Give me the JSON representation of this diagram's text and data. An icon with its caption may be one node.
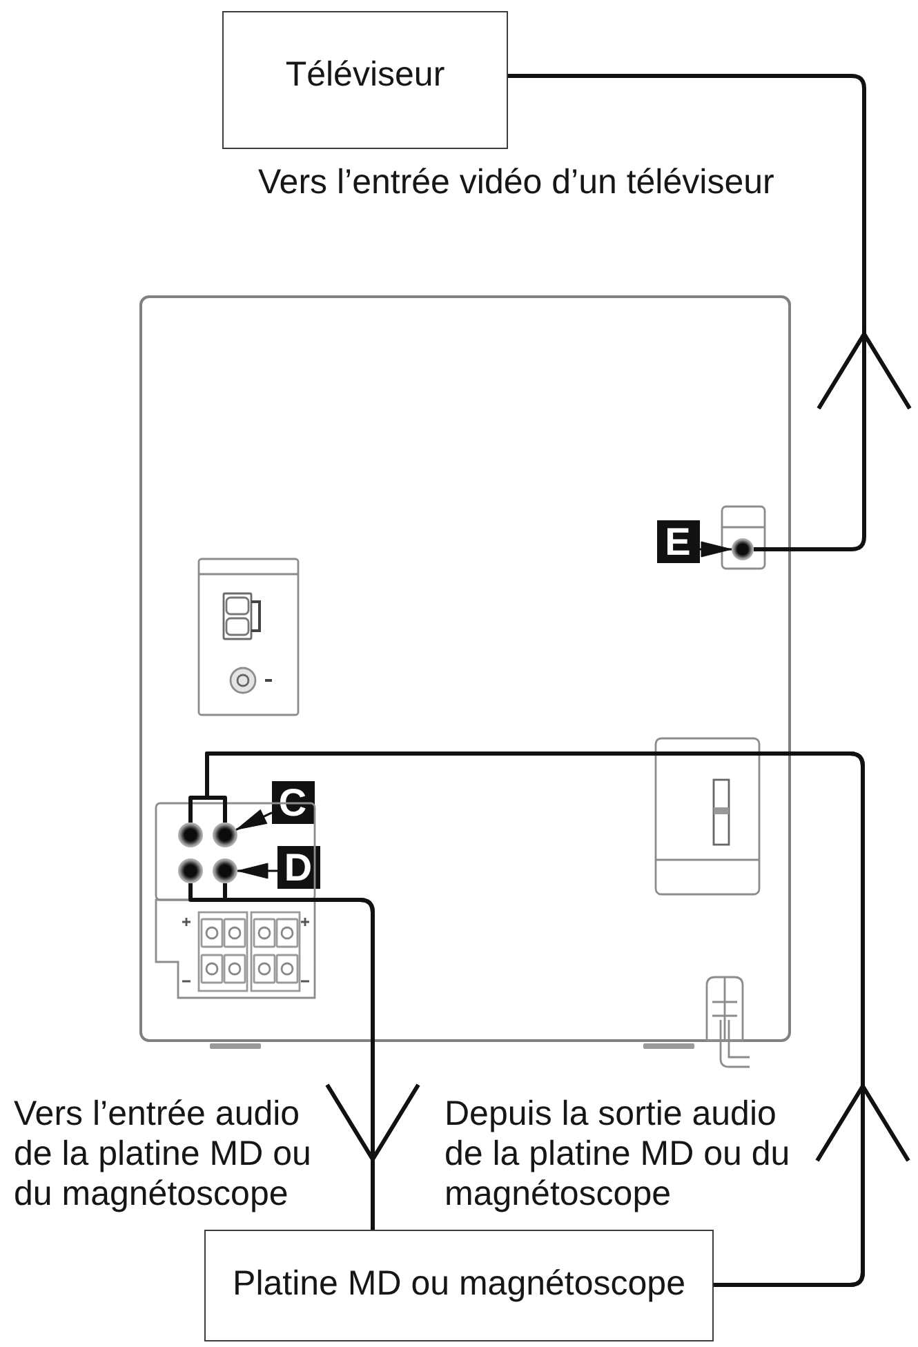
{
  "diagram": {
    "nodes": [
      {
        "text": [
          "Téléviseur"
        ]
      },
      {
        "text": [],
        "shape": "picture"
      },
      {
        "text": [
          "E"
        ],
        "in": 1
      },
      {
        "text": [],
        "shape": "circle",
        "in": 1
      },
      {
        "text": [
          "C"
        ],
        "in": 1
      },
      {
        "text": [],
        "shape": "circle",
        "in": 1
      },
      {
        "text": [],
        "shape": "circle",
        "in": 1
      },
      {
        "text": [
          "D"
        ],
        "in": 1
      },
      {
        "text": [],
        "shape": "circle",
        "in": 1
      },
      {
        "text": [],
        "shape": "circle",
        "in": 1
      },
      {
        "text": [
          "Platine MD ou magnétoscope"
        ]
      }
    ],
    "edges": [
      {
        "from": 3,
        "to": 0,
        "arrow": "none",
        "label": "Vers l’entrée vidéo d’un téléviseur"
      },
      {
        "from": 10,
        "to": 5,
        "arrow": "none",
        "label": "Depuis la sortie audio de la platine MD ou du magnétoscope"
      },
      {
        "from": 10,
        "to": 6,
        "arrow": "none"
      },
      {
        "from": 8,
        "to": 10,
        "arrow": "none",
        "label": "Vers l’entrée audio de la platine MD ou du magnétoscope"
      },
      {
        "from": 9,
        "to": 10,
        "arrow": "none"
      },
      {
        "from": 2,
        "to": 3,
        "arrow": "to"
      },
      {
        "from": 4,
        "to": 6,
        "arrow": "to"
      },
      {
        "from": 7,
        "to": 9,
        "arrow": "to"
      }
    ]
  }
}
